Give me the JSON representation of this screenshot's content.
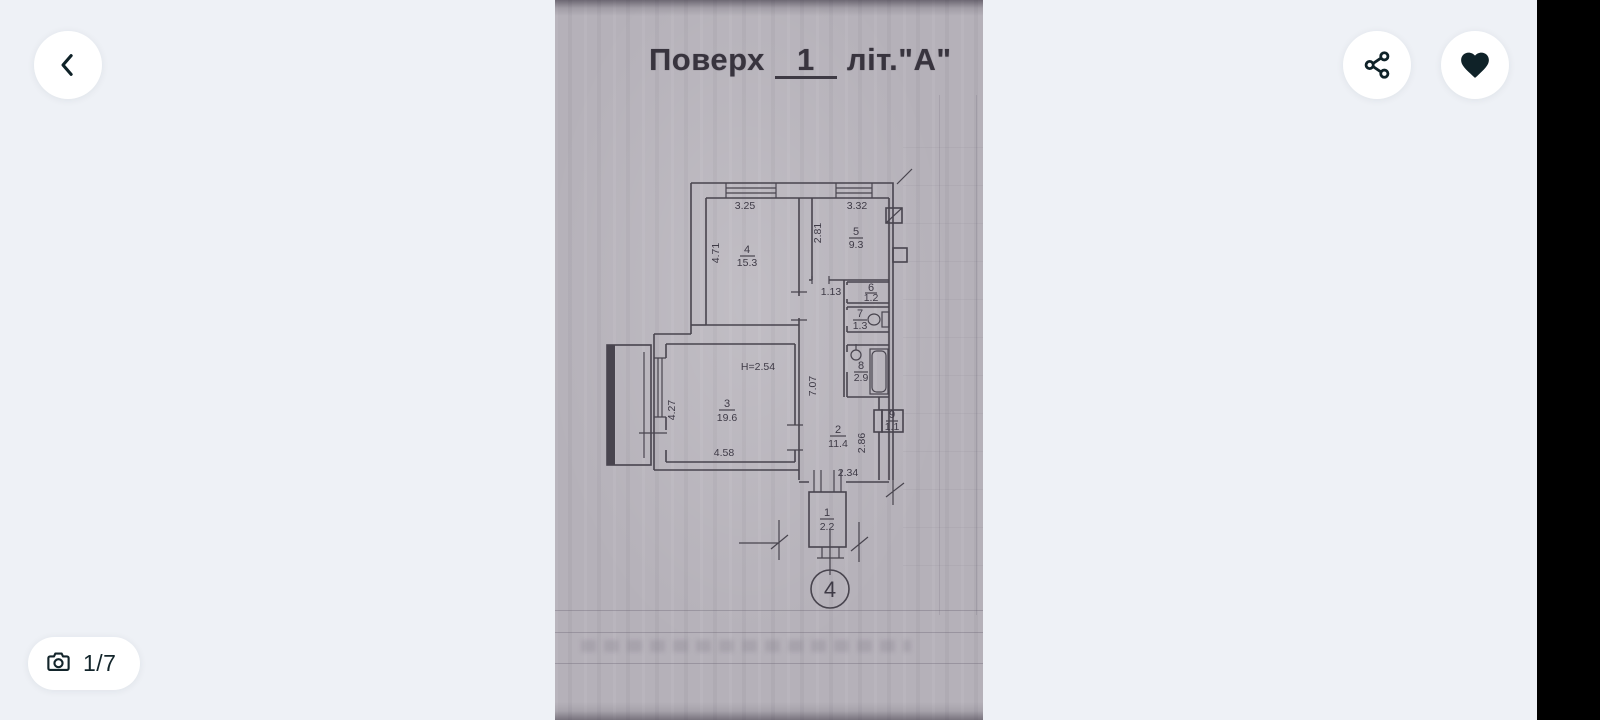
{
  "header": {
    "back_icon": "chevron-left",
    "share_icon": "share-nodes",
    "favorite_icon": "heart-filled"
  },
  "counter": {
    "camera_icon": "camera",
    "label": "1/7"
  },
  "colors": {
    "app_bg": "#eef1f6",
    "icon": "#0f2228",
    "paper": "#b5b1b9",
    "ink": "#48444e",
    "right_bar": "#000000"
  },
  "doc": {
    "title": {
      "word": "Поверх",
      "floor": "1",
      "letter": "літ.\"А\""
    },
    "apartment_number": "4",
    "height_note": "H=2.54",
    "rooms": {
      "1": {
        "number": "1",
        "area": "2.2"
      },
      "2": {
        "number": "2",
        "area": "11.4"
      },
      "3": {
        "number": "3",
        "area": "19.6"
      },
      "4": {
        "number": "4",
        "area": "15.3"
      },
      "5": {
        "number": "5",
        "area": "9.3"
      },
      "6": {
        "number": "6",
        "area": "1.2"
      },
      "7": {
        "number": "7",
        "area": "1.3"
      },
      "8": {
        "number": "8",
        "area": "2.9"
      },
      "9": {
        "number": "9",
        "area": "1.1"
      }
    },
    "dims": {
      "room4_width": "3.25",
      "room4_depth": "4.71",
      "room5_width": "3.32",
      "room5_depth": "2.81",
      "niche": "1.13",
      "corridor_length": "7.07",
      "hall_depth": "2.86",
      "hall_width": "2.34",
      "room3_depth": "4.27",
      "room3_width": "4.58"
    }
  }
}
